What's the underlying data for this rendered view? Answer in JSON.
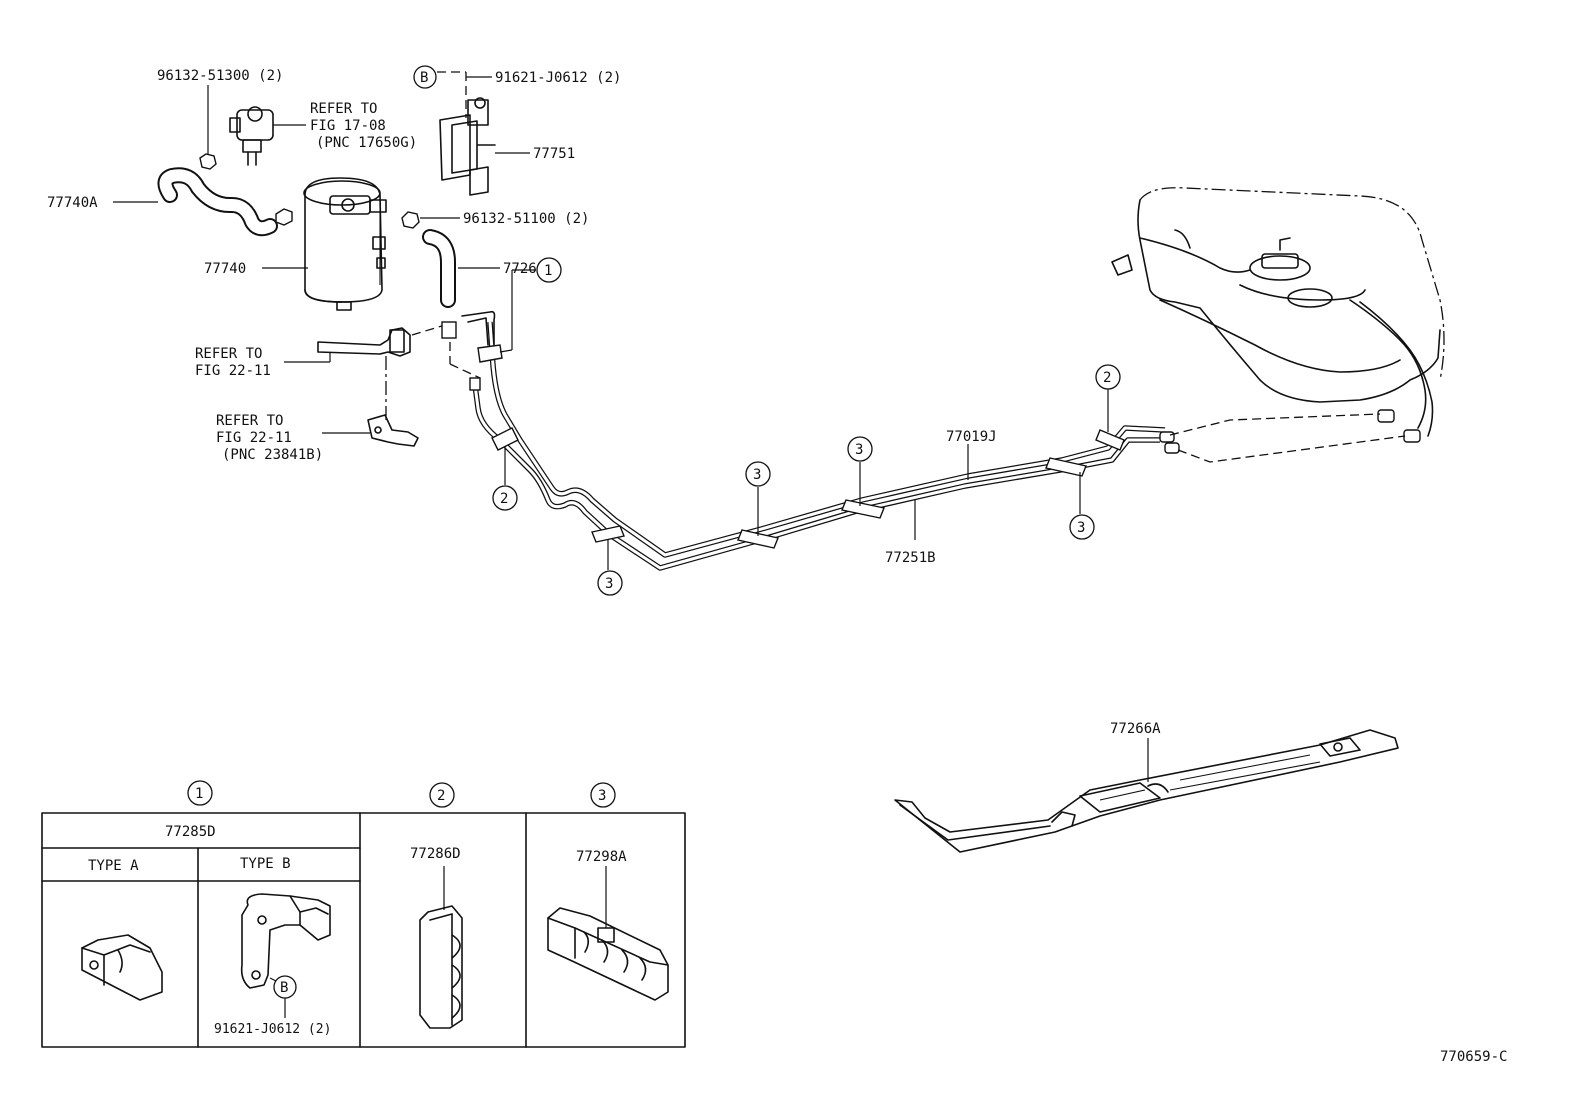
{
  "labels": {
    "p96132_51300": "96132-51300 (2)",
    "refer_fig_17_08_a": "REFER TO",
    "refer_fig_17_08_b": "FIG 17-08",
    "refer_fig_17_08_c": "(PNC 17650G)",
    "p91621_J0612_top": "91621-J0612 (2)",
    "b_top": "B",
    "p77751": "77751",
    "p77740A": "77740A",
    "p96132_51100": "96132-51100 (2)",
    "p77740": "77740",
    "p77261E": "77261E",
    "refer_fig_22_11_a_1": "REFER TO",
    "refer_fig_22_11_a_2": "FIG 22-11",
    "refer_fig_22_11_b_1": "REFER TO",
    "refer_fig_22_11_b_2": "FIG 22-11",
    "refer_fig_22_11_b_3": "(PNC 23841B)",
    "p77019J": "77019J",
    "p77251B": "77251B",
    "p77266A": "77266A",
    "callout_1": "1",
    "callout_2": "2",
    "callout_3": "3",
    "figure_code": "770659-C"
  },
  "table": {
    "col1_num": "1",
    "col2_num": "2",
    "col3_num": "3",
    "col1_part": "77285D",
    "type_a": "TYPE A",
    "type_b": "TYPE B",
    "col2_part": "77286D",
    "col3_part": "77298A",
    "b_label": "B",
    "b_part": "91621-J0612 (2)"
  }
}
